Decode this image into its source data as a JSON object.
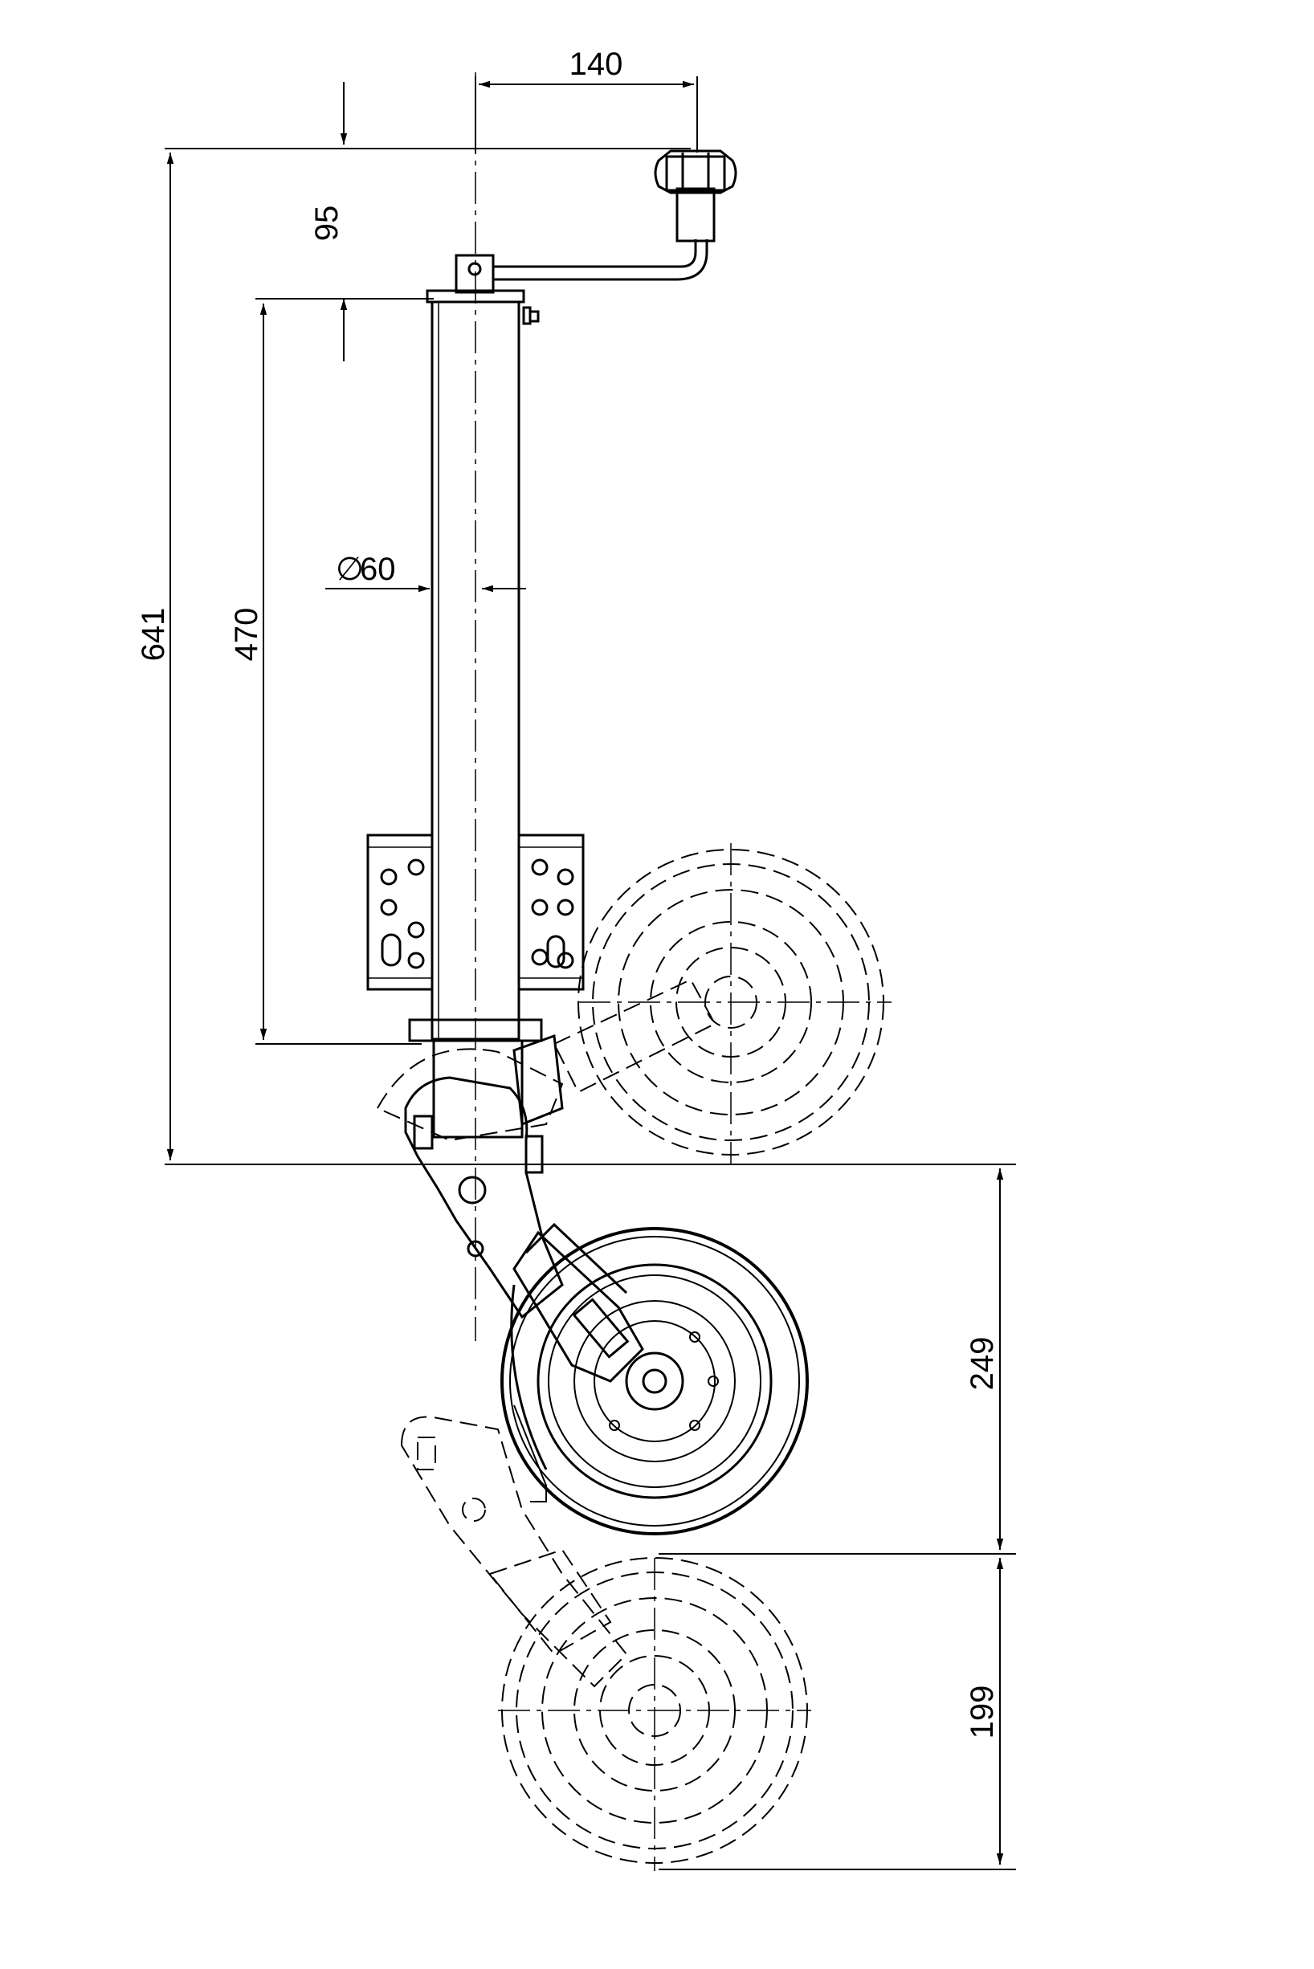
{
  "dimensions": {
    "crank_offset": "140",
    "handle_height": "95",
    "total_height": "641",
    "tube_length": "470",
    "tube_diameter": "60",
    "diameter_symbol": "∅",
    "wheel_lower": "249",
    "wheel_lowest": "199"
  }
}
